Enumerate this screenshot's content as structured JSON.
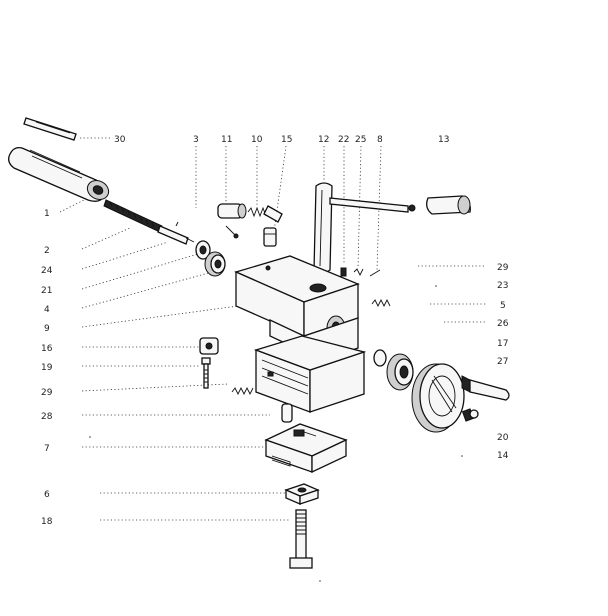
{
  "diagram": {
    "type": "exploded-parts-diagram",
    "labels": {
      "p30": "30",
      "p1": "1",
      "p2": "2",
      "p24": "24",
      "p21": "21",
      "p4": "4",
      "p9": "9",
      "p16": "16",
      "p19": "19",
      "p29a": "29",
      "p28": "28",
      "p7": "7",
      "p6": "6",
      "p18": "18",
      "p3": "3",
      "p11": "11",
      "p10": "10",
      "p15": "15",
      "p12": "12",
      "p22": "22",
      "p25": "25",
      "p8": "8",
      "p13": "13",
      "p29b": "29",
      "p23": "23",
      "p5": "5",
      "p26": "26",
      "p17": "17",
      "p27": "27",
      "p20": "20",
      "p14": "14"
    }
  }
}
